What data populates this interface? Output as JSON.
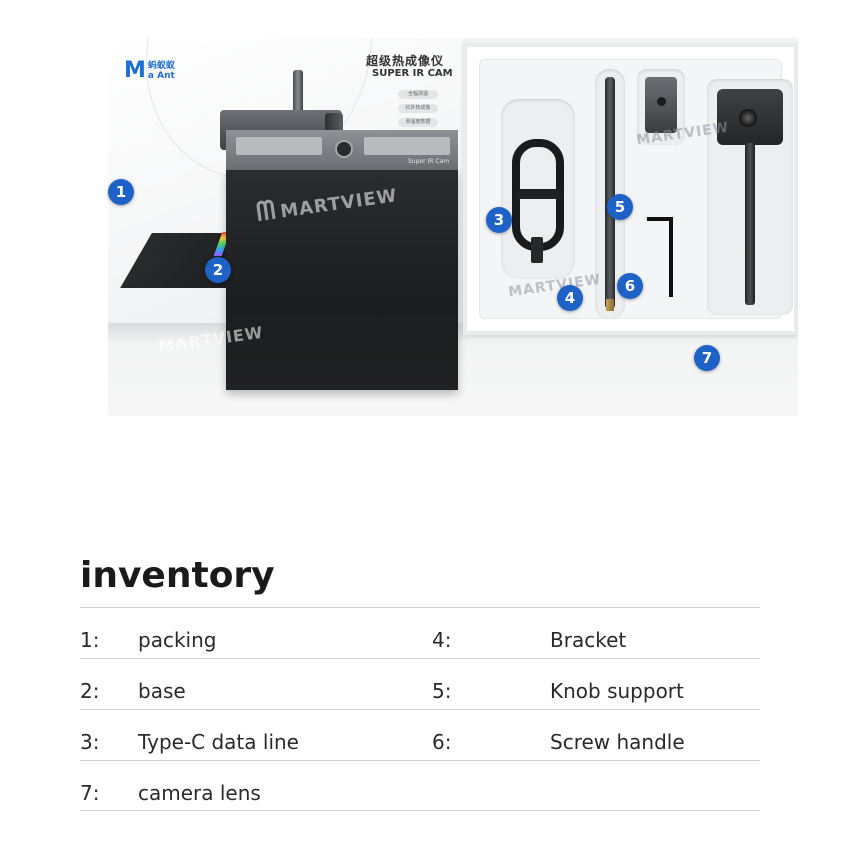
{
  "box": {
    "logo_mark": "M",
    "logo_cn": "蚂蚁蚁",
    "logo_en": "a Ant",
    "title_cn": "超级热成像仪",
    "title_en": "SUPER IR CAM",
    "features": [
      "全幅测温",
      "红外热成像",
      "测温度数据"
    ],
    "camera_label": "Super IR Cam"
  },
  "watermark": "MARTVIEW",
  "badges": [
    "1",
    "2",
    "3",
    "4",
    "5",
    "6",
    "7"
  ],
  "inventory": {
    "title": "inventory",
    "rows": [
      {
        "left_num": "1:",
        "left_label": "packing",
        "right_num": "4:",
        "right_label": "Bracket"
      },
      {
        "left_num": "2:",
        "left_label": "base",
        "right_num": "5:",
        "right_label": "Knob support"
      },
      {
        "left_num": "3:",
        "left_label": "Type-C data line",
        "right_num": "6:",
        "right_label": "Screw handle"
      },
      {
        "left_num": "7:",
        "left_label": "camera lens",
        "right_num": "",
        "right_label": ""
      }
    ]
  },
  "colors": {
    "badge": "#1e62c8",
    "logo": "#1f6fd1",
    "divider": "#cfd1d3"
  }
}
